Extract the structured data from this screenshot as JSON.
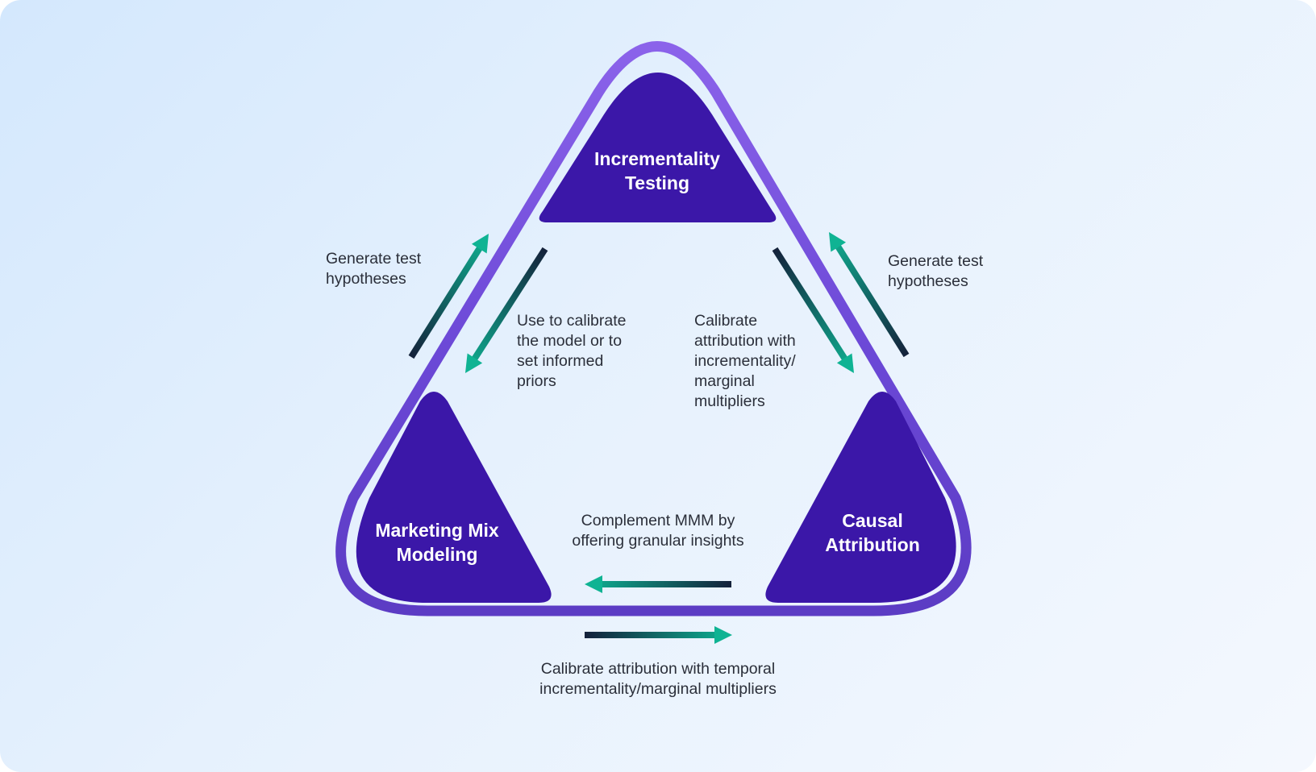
{
  "nodes": {
    "top": "Incrementality\nTesting",
    "left": "Marketing Mix\nModeling",
    "right": "Causal\nAttribution"
  },
  "captions": {
    "left_generate": "Generate test\nhypotheses",
    "right_generate": "Generate test\nhypotheses",
    "calibrate_model": "Use to calibrate\nthe model or to\nset informed\npriors",
    "calibrate_attribution": "Calibrate\nattribution with\nincrementality/\nmarginal\nmultipliers",
    "complement": "Complement MMM by\noffering granular insights",
    "temporal": "Calibrate attribution with temporal\nincrementality/marginal multipliers"
  },
  "colors": {
    "node_fill": "#3b17a8",
    "outline_top": "#8b63ea",
    "outline_bottom": "#5c3cc4",
    "arrow_dark": "#14213a",
    "arrow_green": "#0fb393",
    "caption_text": "#2b2f3a"
  },
  "icons": {
    "arrow": "gradient-arrow"
  }
}
